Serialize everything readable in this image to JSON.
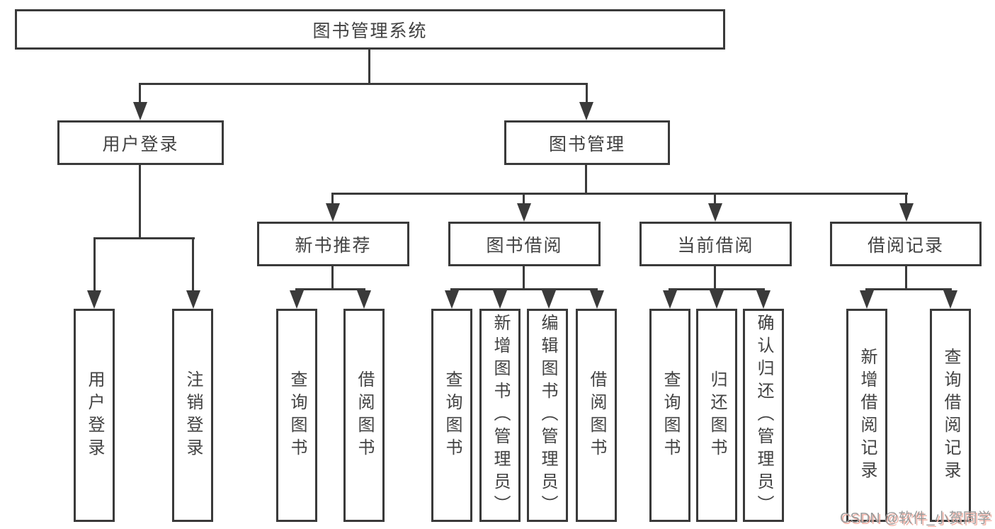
{
  "tree": {
    "root": {
      "label": "图书管理系统",
      "children": [
        {
          "label": "用户登录",
          "children": [
            {
              "label": "用户登录"
            },
            {
              "label": "注销登录"
            }
          ]
        },
        {
          "label": "图书管理",
          "children": [
            {
              "label": "新书推荐",
              "children": [
                {
                  "label": "查询图书"
                },
                {
                  "label": "借阅图书"
                }
              ]
            },
            {
              "label": "图书借阅",
              "children": [
                {
                  "label": "查询图书"
                },
                {
                  "label": "新增图书（管理员）"
                },
                {
                  "label": "编辑图书（管理员）"
                },
                {
                  "label": "借阅图书"
                }
              ]
            },
            {
              "label": "当前借阅",
              "children": [
                {
                  "label": "查询图书"
                },
                {
                  "label": "归还图书"
                },
                {
                  "label": "确认归还（管理员）"
                }
              ]
            },
            {
              "label": "借阅记录",
              "children": [
                {
                  "label": "新增借阅记录"
                },
                {
                  "label": "查询借阅记录"
                }
              ]
            }
          ]
        }
      ]
    }
  },
  "watermark": {
    "text": "CSDN @软件_小贺同学"
  },
  "colors": {
    "line": "#3a3a3a",
    "box_fill": "#ffffff",
    "text": "#424242",
    "watermark_text": "#9b9b9b",
    "watermark_shadow": "#f2b3a8"
  }
}
